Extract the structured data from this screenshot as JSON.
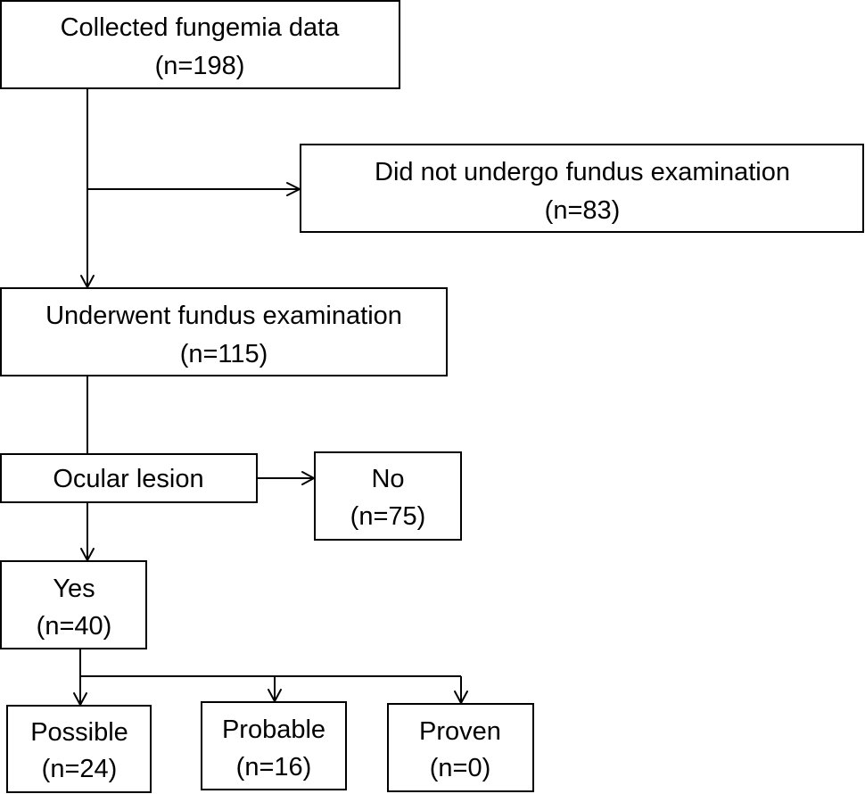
{
  "nodes": {
    "collected": {
      "line1": "Collected fungemia data",
      "line2": "(n=198)"
    },
    "no_exam": {
      "line1": "Did not undergo fundus examination",
      "line2": "(n=83)"
    },
    "exam": {
      "line1": "Underwent fundus examination",
      "line2": "(n=115)"
    },
    "ocular": {
      "line1": "Ocular lesion"
    },
    "no": {
      "line1": "No",
      "line2": "(n=75)"
    },
    "yes": {
      "line1": "Yes",
      "line2": "(n=40)"
    },
    "possible": {
      "line1": "Possible",
      "line2": "(n=24)"
    },
    "probable": {
      "line1": "Probable",
      "line2": "(n=16)"
    },
    "proven": {
      "line1": "Proven",
      "line2": "(n=0)"
    }
  },
  "colors": {
    "stroke": "#000000",
    "fill": "#ffffff",
    "text": "#000000"
  }
}
